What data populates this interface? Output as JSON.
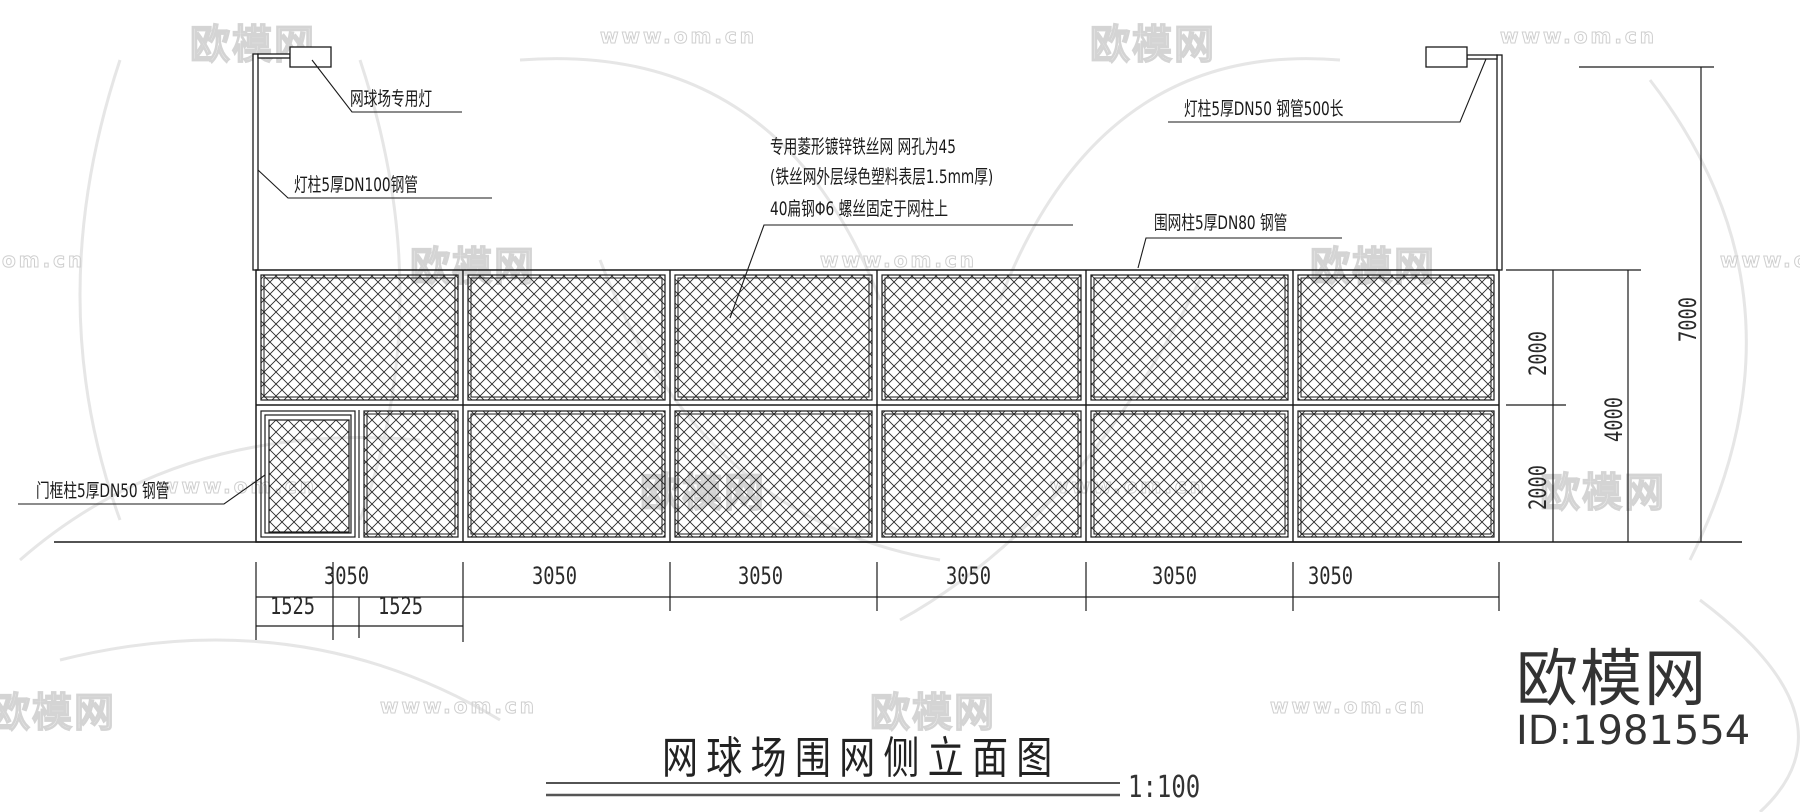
{
  "drawing": {
    "title": "网球场围网侧立面图",
    "scale": "1:100",
    "background": "#ffffff",
    "line_color": "#1a1a1a"
  },
  "annotations": {
    "lamp_left": "网球场专用灯",
    "light_pole_left": "灯柱5厚DN100钢管",
    "mesh_line1": "专用菱形镀锌铁丝网  网孔为45",
    "mesh_line2": "(铁丝网外层绿色塑料表层1.5mm厚)",
    "mesh_line3": "40扁钢Φ6 螺丝固定于网柱上",
    "light_pole_right": "灯柱5厚DN50 钢管500长",
    "fence_post": "围网柱5厚DN80 钢管",
    "door_post": "门框柱5厚DN50 钢管"
  },
  "dimensions": {
    "horizontal_top": [
      "3050",
      "3050",
      "3050",
      "3050",
      "3050",
      "3050"
    ],
    "horizontal_door": [
      "1525",
      "1525"
    ],
    "vertical_upper": "2000",
    "vertical_lower": "2000",
    "vertical_fence_total": "4000",
    "vertical_overall": "7000"
  },
  "fence": {
    "panels_per_row": 6,
    "rows": 2,
    "panel_width_mm": 3050,
    "row_height_mm": 2000,
    "door_width_mm": 1525,
    "light_pole_height_mm": 7000
  },
  "brand": {
    "name": "欧模网",
    "id": "ID:1981554"
  },
  "watermarks": {
    "logo_text": "欧模网",
    "url": "www.om.cn",
    "url_partial": "om.cn"
  }
}
